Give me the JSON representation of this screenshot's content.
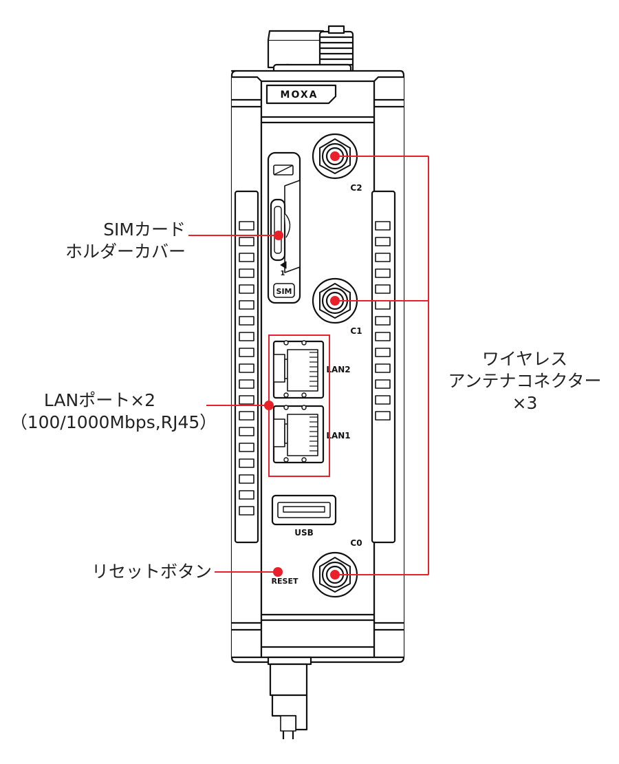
{
  "device": {
    "logo": "MOXA",
    "port_labels": {
      "c2": "C2",
      "c1": "C1",
      "c0": "C0",
      "lan2": "LAN2",
      "lan1": "LAN1",
      "usb": "USB",
      "reset": "RESET",
      "sim": "SIM",
      "sim_slot_number": "1"
    }
  },
  "callouts": {
    "sim": {
      "line1": "SIMカード",
      "line2": "ホルダーカバー"
    },
    "lan": {
      "line1": "LANポート×2",
      "line2": "（100/1000Mbps,RJ45）"
    },
    "reset": {
      "line1": "リセットボタン"
    },
    "antenna": {
      "line1": "ワイヤレス",
      "line2": "アンテナコネクター",
      "line3": "×3"
    }
  },
  "colors": {
    "callout_line": "#e8202a",
    "marker": "#e8202a",
    "outline": "#111111",
    "text": "#222222"
  }
}
